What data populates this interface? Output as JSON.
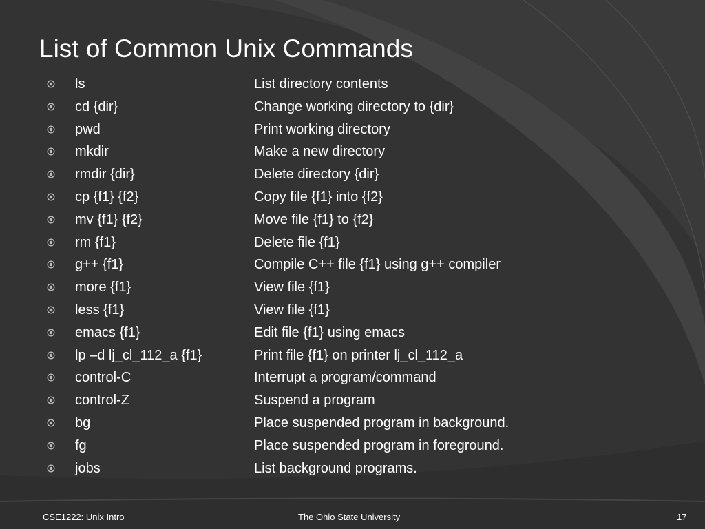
{
  "slide": {
    "title": "List of Common Unix Commands",
    "commands": [
      {
        "cmd": "ls",
        "desc": "List directory contents"
      },
      {
        "cmd": "cd {dir}",
        "desc": "Change working directory to {dir}"
      },
      {
        "cmd": "pwd",
        "desc": "Print working directory"
      },
      {
        "cmd": "mkdir",
        "desc": "Make a new directory"
      },
      {
        "cmd": "rmdir {dir}",
        "desc": "Delete directory {dir}"
      },
      {
        "cmd": "cp {f1} {f2}",
        "desc": "Copy file {f1} into {f2}"
      },
      {
        "cmd": "mv {f1} {f2}",
        "desc": "Move file {f1} to {f2}"
      },
      {
        "cmd": "rm {f1}",
        "desc": "Delete file {f1}"
      },
      {
        "cmd": "g++ {f1}",
        "desc": "Compile C++ file {f1} using g++ compiler"
      },
      {
        "cmd": "more {f1}",
        "desc": "View file {f1}"
      },
      {
        "cmd": "less {f1}",
        "desc": "View file {f1}"
      },
      {
        "cmd": "emacs {f1}",
        "desc": "Edit file {f1} using emacs"
      },
      {
        "cmd": "lp –d lj_cl_112_a {f1}",
        "desc": "Print file {f1} on printer lj_cl_112_a"
      },
      {
        "cmd": "control-C",
        "desc": "Interrupt a program/command"
      },
      {
        "cmd": "control-Z",
        "desc": "Suspend a program"
      },
      {
        "cmd": "bg",
        "desc": "Place suspended program in background."
      },
      {
        "cmd": "fg",
        "desc": "Place suspended program in foreground."
      },
      {
        "cmd": "jobs",
        "desc": "List background programs."
      }
    ]
  },
  "footer": {
    "left": "CSE1222: Unix Intro",
    "center": "The Ohio State University",
    "page_number": "17"
  },
  "colors": {
    "background": "#333333",
    "text": "#ffffff",
    "bullet": "#bfbfbf"
  },
  "icons": {
    "bullet": "circle-dot-icon"
  }
}
